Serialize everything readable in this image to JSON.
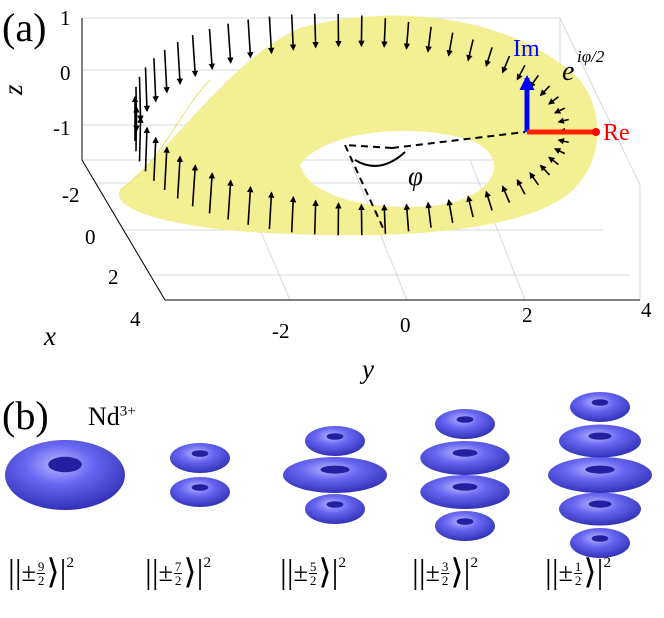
{
  "panel_a": {
    "label": "(a)",
    "z_axis": {
      "label": "z",
      "ticks": [
        "1",
        "0",
        "-1"
      ]
    },
    "x_axis": {
      "label": "x",
      "ticks": [
        "-2",
        "0",
        "2",
        "4"
      ]
    },
    "y_axis": {
      "label": "y",
      "ticks": [
        "-2",
        "0",
        "2",
        "4"
      ]
    },
    "angle_label": "φ",
    "phase_label": "e",
    "phase_exponent": "iφ/2",
    "im_label": "Im",
    "re_label": "Re",
    "colors": {
      "band": "#f2ee8a",
      "arrows": "#000000",
      "im": "#0000ff",
      "re": "#ff0000"
    }
  },
  "panel_b": {
    "label": "(b)",
    "ion": "Nd",
    "ion_charge": "3+",
    "surface_color": "#5b5bf0",
    "states": [
      {
        "num": "9",
        "den": "2",
        "lobes": 1
      },
      {
        "num": "7",
        "den": "2",
        "lobes": 2
      },
      {
        "num": "5",
        "den": "2",
        "lobes": 3
      },
      {
        "num": "3",
        "den": "2",
        "lobes": 4
      },
      {
        "num": "1",
        "den": "2",
        "lobes": 5
      }
    ],
    "ket_prefix": "|",
    "ket_pm": "±",
    "ket_close": "⟩",
    "ket_power": "2"
  }
}
